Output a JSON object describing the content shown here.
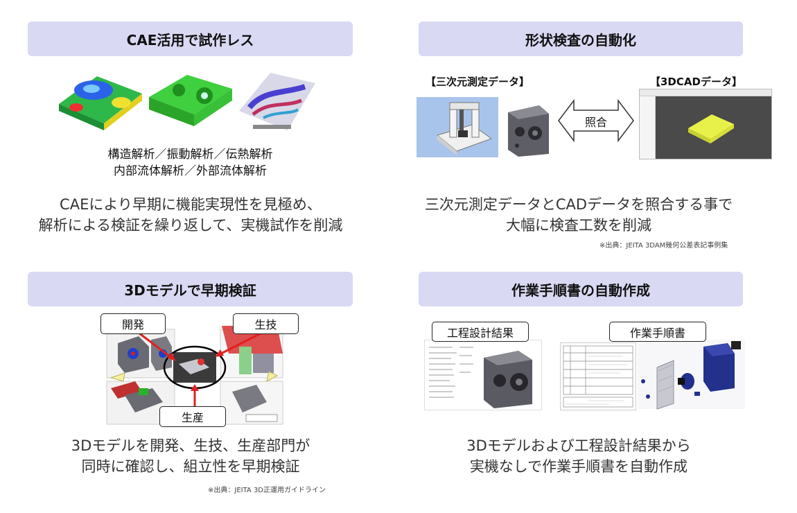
{
  "q1": {
    "title": "CAE活用で試作レス",
    "analysis_line1": "構造解析／振動解析／伝熱解析",
    "analysis_line2": "内部流体解析／外部流体解析",
    "desc_line1": "CAEにより早期に機能実現性を見極め、",
    "desc_line2": "解析による検証を繰り返して、実機試作を削減"
  },
  "q2": {
    "title": "形状検査の自動化",
    "label_measure": "【三次元測定データ】",
    "label_cad": "【3DCADデータ】",
    "arrow_label": "照合",
    "desc_line1": "三次元測定データとCADデータを照合する事で",
    "desc_line2": "大幅に検査工数を削減",
    "source": "※出典：JEITA 3DAM幾何公差表記事例集"
  },
  "q3": {
    "title": "3Dモデルで早期検証",
    "callout_dev": "開発",
    "callout_eng": "生技",
    "callout_prod": "生産",
    "desc_line1": "3Dモデルを開発、生技、生産部門が",
    "desc_line2": "同時に確認し、組立性を早期検証",
    "source": "※出典：JEITA 3D正運用ガイドライン"
  },
  "q4": {
    "title": "作業手順書の自動作成",
    "callout_process": "工程設計結果",
    "callout_manual": "作業手順書",
    "desc_line1": "3Dモデルおよび工程設計結果から",
    "desc_line2": "実機なしで作業手順書を自動作成"
  },
  "colors": {
    "header_bg": "#d9d9f4",
    "cad_viewport": "#4a4a4a",
    "cad_part": "#e8f04a",
    "measure_bg": "#a9c4ea",
    "arrow_red": "#e02020"
  }
}
